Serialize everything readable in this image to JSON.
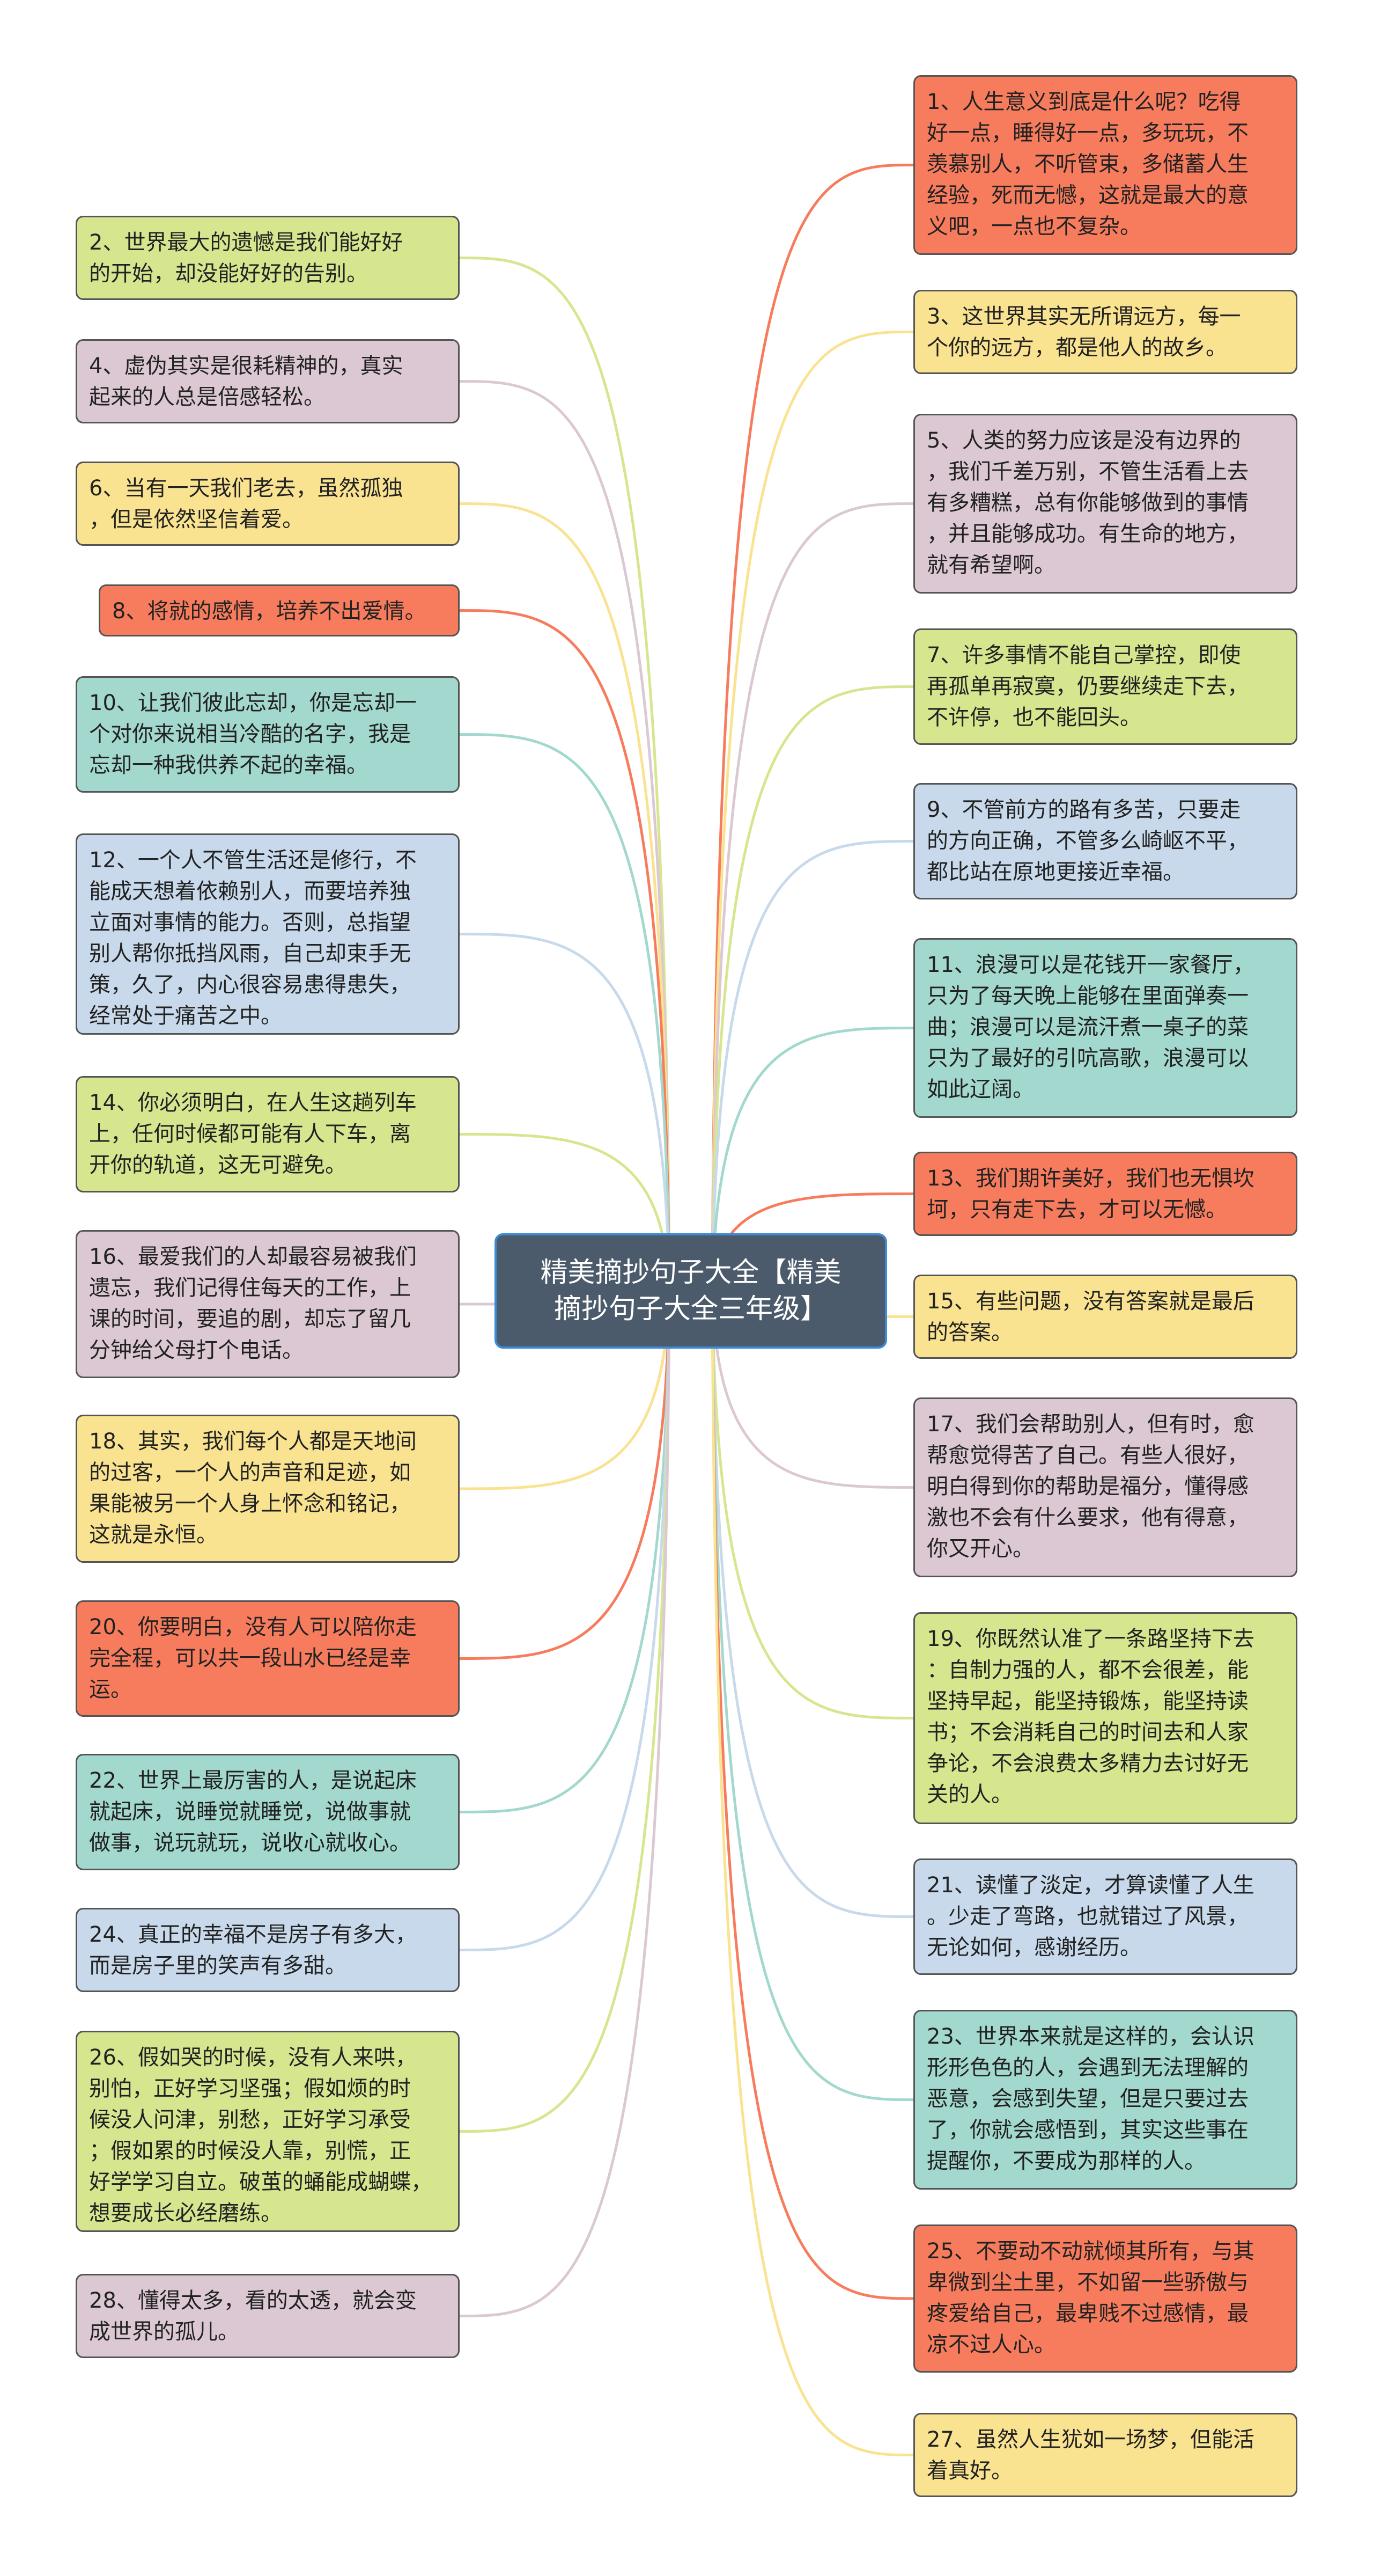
{
  "center": {
    "title": "精美摘抄句子大全【精美\n摘抄句子大全三年级】"
  },
  "colors": {
    "green": "#d6e68f",
    "purple": "#dbc8d3",
    "yellow": "#f9e391",
    "orange": "#f77c5d",
    "teal": "#a2d8cd",
    "blue": "#c7d9ea",
    "center": "#4b5b6b",
    "center_border": "#3c8bd4"
  },
  "left_nodes": [
    {
      "text": "2、世界最大的遗憾是我们能好好\n的开始，却没能好好的告别。",
      "color": "green"
    },
    {
      "text": "4、虚伪其实是很耗精神的，真实\n起来的人总是倍感轻松。",
      "color": "purple"
    },
    {
      "text": "6、当有一天我们老去，虽然孤独\n，但是依然坚信着爱。",
      "color": "yellow"
    },
    {
      "text": "8、将就的感情，培养不出爱情。",
      "color": "orange"
    },
    {
      "text": "10、让我们彼此忘却，你是忘却一\n个对你来说相当冷酷的名字，我是\n忘却一种我供养不起的幸福。",
      "color": "teal"
    },
    {
      "text": "12、一个人不管生活还是修行，不\n能成天想着依赖别人，而要培养独\n立面对事情的能力。否则，总指望\n别人帮你抵挡风雨，自己却束手无\n策，久了，内心很容易患得患失，\n经常处于痛苦之中。",
      "color": "blue"
    },
    {
      "text": "14、你必须明白，在人生这趟列车\n上，任何时候都可能有人下车，离\n开你的轨道，这无可避免。",
      "color": "green"
    },
    {
      "text": "16、最爱我们的人却最容易被我们\n遗忘，我们记得住每天的工作，上\n课的时间，要追的剧，却忘了留几\n分钟给父母打个电话。",
      "color": "purple"
    },
    {
      "text": "18、其实，我们每个人都是天地间\n的过客，一个人的声音和足迹，如\n果能被另一个人身上怀念和铭记，\n这就是永恒。",
      "color": "yellow"
    },
    {
      "text": "20、你要明白，没有人可以陪你走\n完全程，可以共一段山水已经是幸\n运。",
      "color": "orange"
    },
    {
      "text": "22、世界上最厉害的人，是说起床\n就起床，说睡觉就睡觉，说做事就\n做事，说玩就玩，说收心就收心。",
      "color": "teal"
    },
    {
      "text": "24、真正的幸福不是房子有多大，\n而是房子里的笑声有多甜。",
      "color": "blue"
    },
    {
      "text": "26、假如哭的时候，没有人来哄，\n别怕，正好学习坚强；假如烦的时\n候没人问津，别愁，正好学习承受\n；假如累的时候没人靠，别慌，正\n好学学习自立。破茧的蛹能成蝴蝶，\n想要成长必经磨练。",
      "color": "green"
    },
    {
      "text": "28、懂得太多，看的太透，就会变\n成世界的孤儿。",
      "color": "purple"
    }
  ],
  "right_nodes": [
    {
      "text": "1、人生意义到底是什么呢？吃得\n好一点，睡得好一点，多玩玩，不\n羡慕别人，不听管束，多储蓄人生\n经验，死而无憾，这就是最大的意\n义吧，一点也不复杂。",
      "color": "orange"
    },
    {
      "text": "3、这世界其实无所谓远方，每一\n个你的远方，都是他人的故乡。",
      "color": "yellow"
    },
    {
      "text": "5、人类的努力应该是没有边界的\n，我们千差万别，不管生活看上去\n有多糟糕，总有你能够做到的事情\n，并且能够成功。有生命的地方，\n就有希望啊。",
      "color": "purple"
    },
    {
      "text": "7、许多事情不能自己掌控，即使\n再孤单再寂寞，仍要继续走下去，\n不许停，也不能回头。",
      "color": "green"
    },
    {
      "text": "9、不管前方的路有多苦，只要走\n的方向正确，不管多么崎岖不平，\n都比站在原地更接近幸福。",
      "color": "blue"
    },
    {
      "text": "11、浪漫可以是花钱开一家餐厅，\n只为了每天晚上能够在里面弹奏一\n曲；浪漫可以是流汗煮一桌子的菜\n只为了最好的引吭高歌，浪漫可以\n如此辽阔。",
      "color": "teal"
    },
    {
      "text": "13、我们期许美好，我们也无惧坎\n坷，只有走下去，才可以无憾。",
      "color": "orange"
    },
    {
      "text": "15、有些问题，没有答案就是最后\n的答案。",
      "color": "yellow"
    },
    {
      "text": "17、我们会帮助别人，但有时，愈\n帮愈觉得苦了自己。有些人很好，\n明白得到你的帮助是福分，懂得感\n激也不会有什么要求，他有得意，\n你又开心。",
      "color": "purple"
    },
    {
      "text": "19、你既然认准了一条路坚持下去\n：自制力强的人，都不会很差，能\n坚持早起，能坚持锻炼，能坚持读\n书；不会消耗自己的时间去和人家\n争论，不会浪费太多精力去讨好无\n关的人。",
      "color": "green"
    },
    {
      "text": "21、读懂了淡定，才算读懂了人生\n。少走了弯路，也就错过了风景，\n无论如何，感谢经历。",
      "color": "blue"
    },
    {
      "text": "23、世界本来就是这样的，会认识\n形形色色的人，会遇到无法理解的\n恶意，会感到失望，但是只要过去\n了，你就会感悟到，其实这些事在\n提醒你，不要成为那样的人。",
      "color": "teal"
    },
    {
      "text": "25、不要动不动就倾其所有，与其\n卑微到尘土里，不如留一些骄傲与\n疼爱给自己，最卑贱不过感情，最\n凉不过人心。",
      "color": "orange"
    },
    {
      "text": "27、虽然人生犹如一场梦，但能活\n着真好。",
      "color": "yellow"
    }
  ]
}
